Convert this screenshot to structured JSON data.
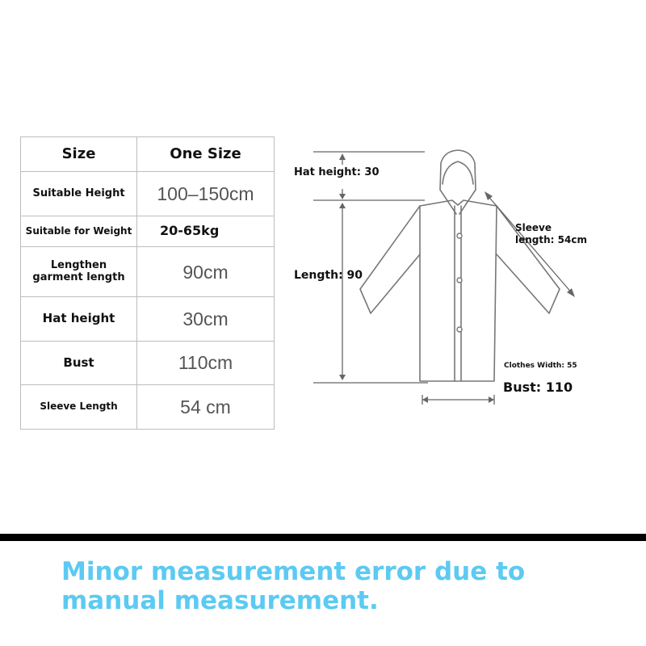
{
  "table": {
    "header": {
      "label": "Size",
      "value": "One Size"
    },
    "rows": [
      {
        "label": "Suitable Height",
        "value": "100–150cm"
      },
      {
        "label": "Suitable for Weight",
        "value": "20-65kg"
      },
      {
        "label": "Lengthen garment length",
        "value": "90cm"
      },
      {
        "label": "Hat height",
        "value": "30cm"
      },
      {
        "label": "Bust",
        "value": "110cm"
      },
      {
        "label": "Sleeve Length",
        "value": "54 cm"
      }
    ]
  },
  "diagram": {
    "hat_height": "Hat height: 30",
    "length": "Length: 90",
    "sleeve_line1": "Sleeve",
    "sleeve_line2": "length: 54cm",
    "clothes_width": "Clothes Width: 55",
    "bust": "Bust: 110"
  },
  "notice": {
    "text": "Minor measurement error due to manual measurement.",
    "color": "#5ccaf2"
  }
}
